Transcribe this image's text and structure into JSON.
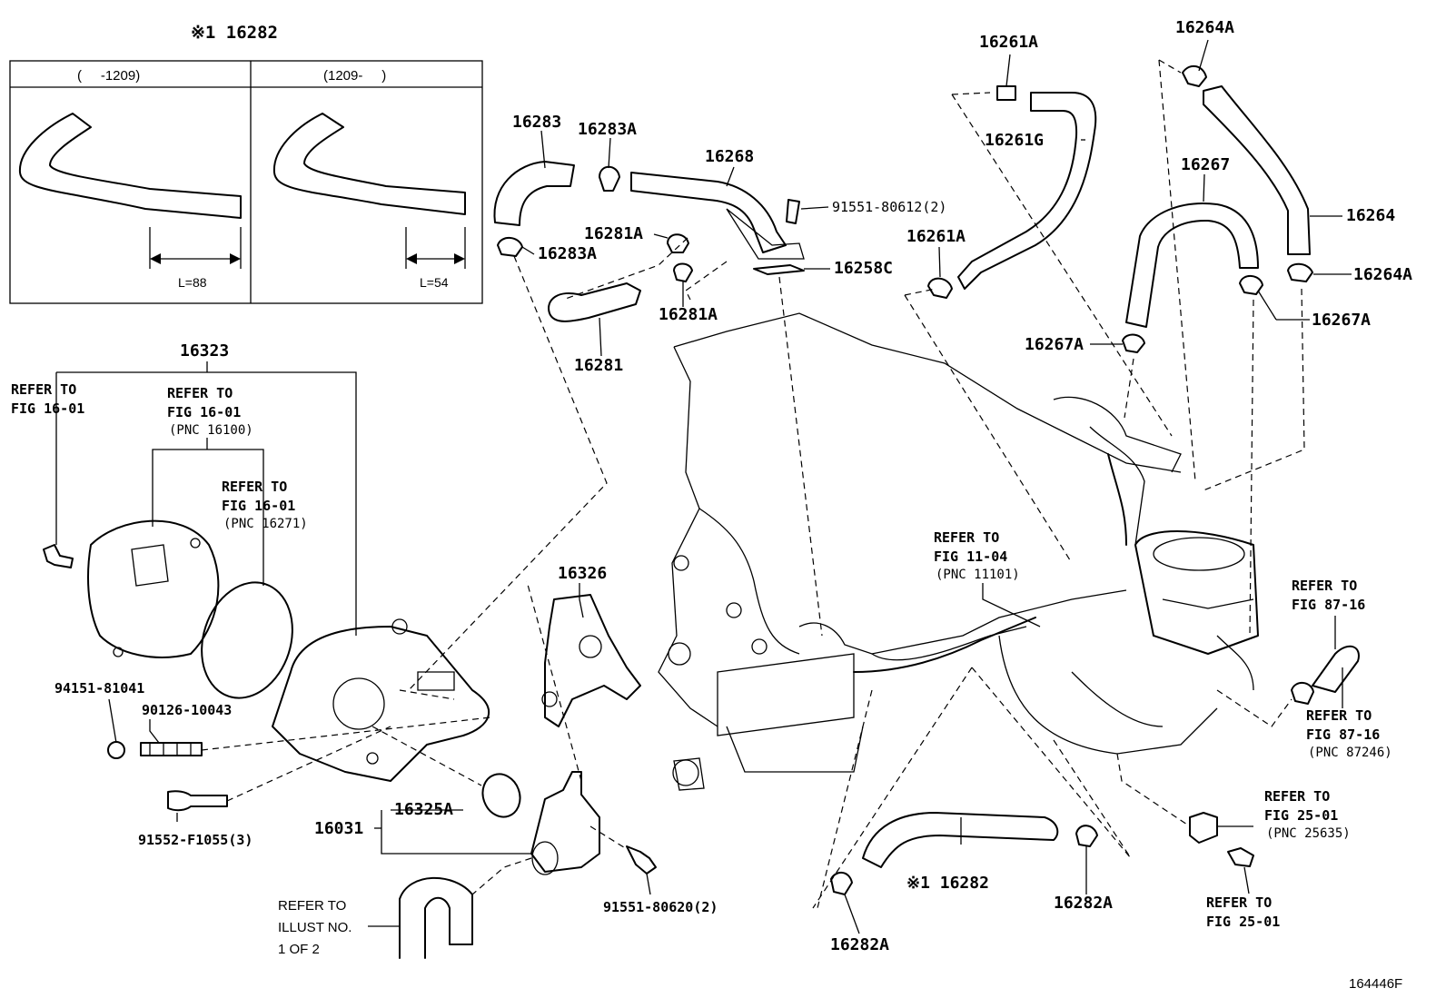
{
  "diagram_id": "164446F",
  "inset": {
    "title": "※1 16282",
    "left_header": "(     -1209)",
    "right_header": "(1209-     )",
    "left_length": "L=88",
    "right_length": "L=54"
  },
  "callouts": {
    "p16283": "16283",
    "p16283A_top": "16283A",
    "p16283A_bot": "16283A",
    "p16268": "16268",
    "p91551_80612": "91551-80612(2)",
    "p16281A_top": "16281A",
    "p16281A_bot": "16281A",
    "p16281": "16281",
    "p16258C": "16258C",
    "p16261A_top": "16261A",
    "p16261G": "16261G",
    "p16261A_mid": "16261A",
    "p16264A_top": "16264A",
    "p16267": "16267",
    "p16264": "16264",
    "p16264A_bot": "16264A",
    "p16267A_right": "16267A",
    "p16267A_left": "16267A",
    "p16323": "16323",
    "p16326": "16326",
    "p94151_81041": "94151-81041",
    "p90126_10043": "90126-10043",
    "p91552_F1055": "91552-F1055(3)",
    "p16325A": "16325A",
    "p16031": "16031",
    "p91551_80620": "91551-80620(2)",
    "p16282": "※1 16282",
    "p16282A_right": "16282A",
    "p16282A_left": "16282A"
  },
  "refs": {
    "r1": [
      "REFER TO",
      "FIG 16-01"
    ],
    "r2": [
      "REFER TO",
      "FIG 16-01",
      "(PNC 16100)"
    ],
    "r3": [
      "REFER TO",
      "FIG 16-01",
      "(PNC 16271)"
    ],
    "r4": [
      "REFER TO",
      "FIG 11-04",
      "(PNC 11101)"
    ],
    "r5": [
      "REFER TO",
      "FIG 87-16"
    ],
    "r6": [
      "REFER TO",
      "FIG 87-16",
      "(PNC 87246)"
    ],
    "r7": [
      "REFER TO",
      "FIG 25-01",
      "(PNC 25635)"
    ],
    "r8": [
      "REFER TO",
      "FIG 25-01"
    ],
    "r9": [
      "REFER TO",
      "ILLUST NO.",
      "1 OF 2"
    ]
  }
}
